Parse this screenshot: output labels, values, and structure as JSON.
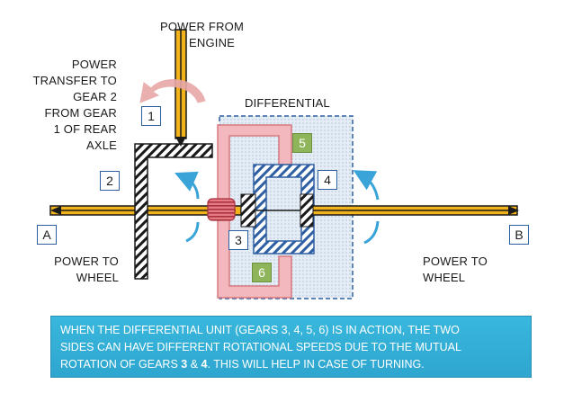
{
  "labels": {
    "power_from": "POWER FROM",
    "engine": "ENGINE",
    "transfer": [
      "POWER",
      "TRANSFER TO",
      "GEAR 2",
      "FROM GEAR",
      "1 OF REAR",
      "AXLE"
    ],
    "differential": "DIFFERENTIAL",
    "wheel_left": [
      "POWER TO",
      "WHEEL"
    ],
    "wheel_right": [
      "POWER TO",
      "WHEEL"
    ]
  },
  "markers": {
    "gear1": "1",
    "gear2": "2",
    "gear3": "3",
    "gear4": "4",
    "gear5": "5",
    "gear6": "6",
    "side_a": "A",
    "side_b": "B"
  },
  "note": {
    "line1": "WHEN THE DIFFERENTIAL UNIT (GEARS 3, 4, 5, 6) IS IN ACTION, THE TWO",
    "line2": "SIDES CAN HAVE DIFFERENT ROTATIONAL SPEEDS DUE TO THE MUTUAL",
    "line3_pre": "ROTATION OF GEARS ",
    "line3_g3": "3",
    "line3_amp": " & ",
    "line3_g4": "4",
    "line3_post": ". THIS WILL HELP IN CASE OF TURNING."
  },
  "colors": {
    "shaft": "#f2b21c",
    "gear_hatch": "#1a1a1a",
    "housing_fill": "#dde7f2",
    "housing_border": "#2e5fa3",
    "ring_gear": "#f3b8bd",
    "ring_gear_border": "#d77a82",
    "inner_hatch": "#2e5fa3",
    "joint": "#d9505a",
    "rotation_arrow": "#3aa4d8",
    "engine_arrow": "#e8a8a8",
    "label_green": "#8fb55a",
    "note_background": "#34b0d8"
  }
}
